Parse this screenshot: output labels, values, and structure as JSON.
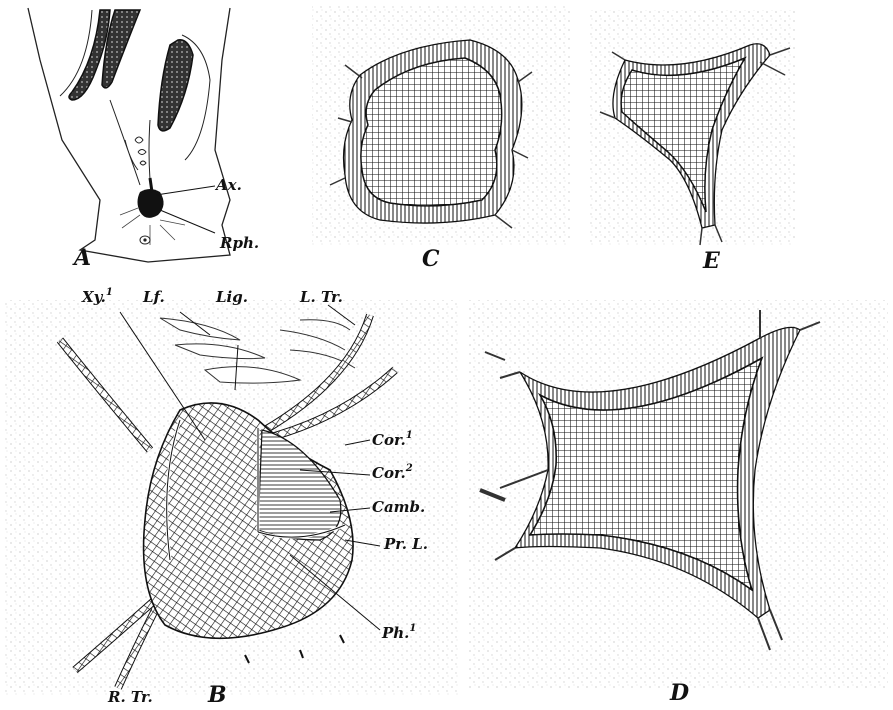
{
  "panels": {
    "A": {
      "letter": "A",
      "labels": {
        "ax": "Ax.",
        "rph": "Rph."
      }
    },
    "B": {
      "letter": "B",
      "labels": {
        "xy": "Xy.",
        "xy_sup": "1",
        "lf": "Lf.",
        "lig": "Lig.",
        "ltr": "L. Tr.",
        "cor1": "Cor.",
        "cor1_sup": "1",
        "cor2": "Cor.",
        "cor2_sup": "2",
        "camb": "Camb.",
        "prl": "Pr. L.",
        "ph": "Ph.",
        "ph_sup": "1",
        "rtr": "R. Tr."
      }
    },
    "C": {
      "letter": "C"
    },
    "D": {
      "letter": "D"
    },
    "E": {
      "letter": "E"
    }
  }
}
